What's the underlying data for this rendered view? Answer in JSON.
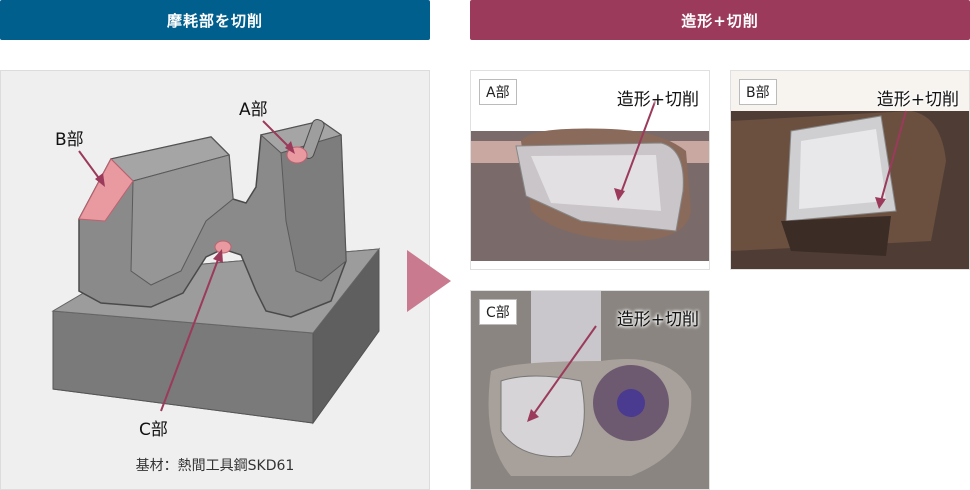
{
  "header_left": "摩耗部を切削",
  "header_right": "造形+切削",
  "left_panel": {
    "label_a": "A部",
    "label_b": "B部",
    "label_c": "C部",
    "caption": "基材：熱間工具鋼SKD61"
  },
  "photos": [
    {
      "tag": "A部",
      "text": "造形+切削"
    },
    {
      "tag": "B部",
      "text": "造形+切削"
    },
    {
      "tag": "C部",
      "text": "造形+切削"
    }
  ],
  "colors": {
    "left_header": "#005f8c",
    "right_header": "#9b3a5b",
    "accent": "#9b3a5b",
    "highlight": "#e89aa0"
  }
}
